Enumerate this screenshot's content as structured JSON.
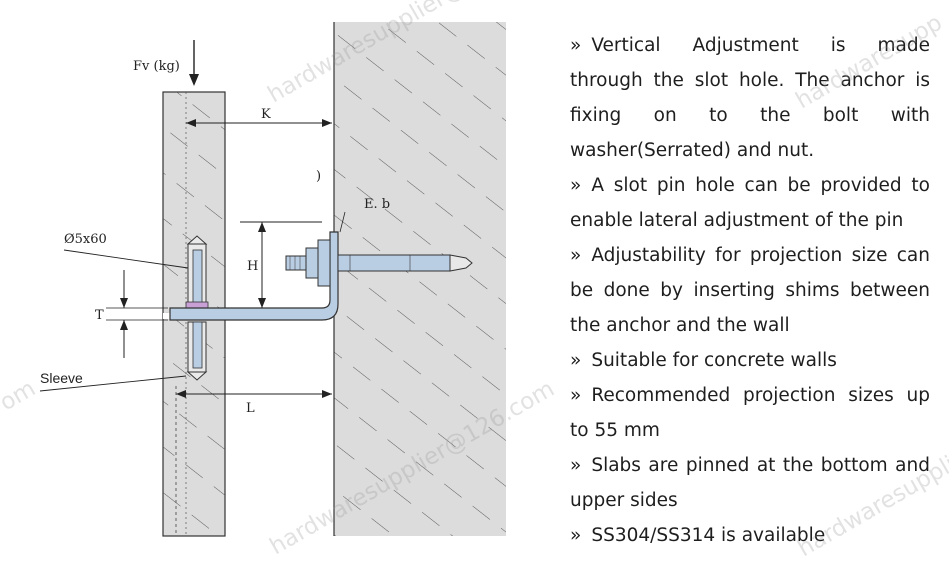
{
  "diagram": {
    "labels": {
      "force": "Fv (kg)",
      "k": "K",
      "eb": "E. b",
      "paren": ")",
      "pin": "Ø5x60",
      "h": "H",
      "t": "T",
      "sleeve": "Sleeve",
      "l": "L"
    }
  },
  "features": [
    "Vertical Adjustment is made through the slot hole. The anchor is fixing on to the bolt with washer(Serrated) and nut.",
    "A slot pin hole can be provided to enable  lateral adjustment of the pin",
    "Adjustability for projection size can be done by inserting shims between the anchor and the wall",
    "Suitable for concrete walls",
    "Recommended projection sizes up to 55 mm",
    "Slabs are pinned at the bottom and upper sides",
    "SS304/SS314 is available"
  ],
  "bullet_glyph": "»",
  "watermarks": [
    "hardwaresupplier@",
    "hardwaresupplier@126.com",
    "om",
    "hardwaresupp",
    "hardwaresupplier"
  ],
  "colors": {
    "concrete": "#dcdcdc",
    "steel": "#b9cde3",
    "text": "#1e1e1e",
    "line": "#222222"
  }
}
